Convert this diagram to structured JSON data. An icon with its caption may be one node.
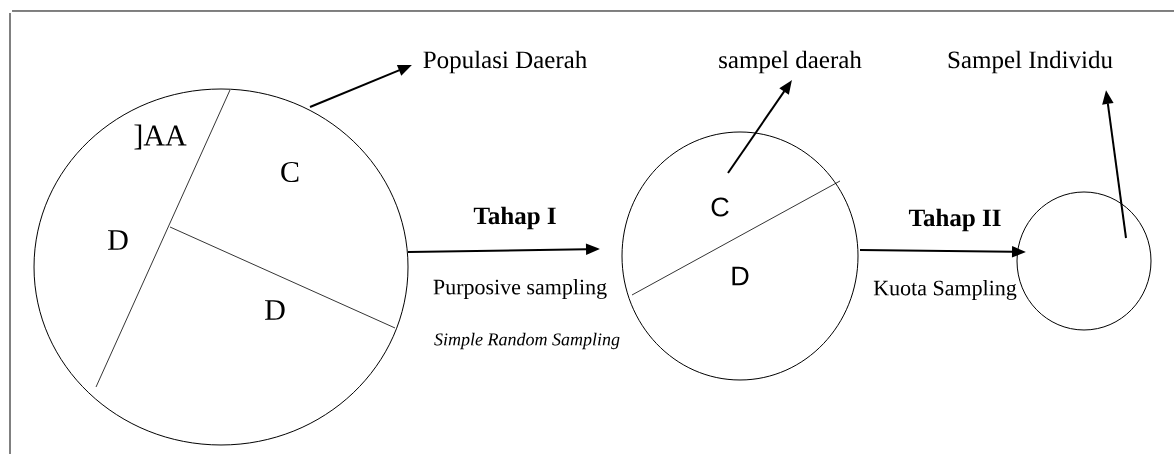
{
  "diagram": {
    "nodes": [
      {
        "text": [
          "]AA",
          "C",
          "D",
          "D"
        ]
      },
      {
        "text": [
          "Populasi Daerah"
        ]
      },
      {
        "text": [
          "C",
          "D"
        ]
      },
      {
        "text": [
          "sampel daerah"
        ]
      },
      {
        "text": [],
        "shape": "circle"
      },
      {
        "text": [
          "Sampel Individu"
        ]
      }
    ],
    "edges": [
      {
        "from": 0,
        "to": 1,
        "arrow": "to"
      },
      {
        "from": 0,
        "to": 2,
        "arrow": "to",
        "label": "Tahap I"
      },
      {
        "from": 2,
        "to": 3,
        "arrow": "to"
      },
      {
        "from": 2,
        "to": 4,
        "arrow": "to",
        "label": "Tahap II"
      },
      {
        "from": 4,
        "to": 5,
        "arrow": "to"
      }
    ],
    "labels": [
      "Purposive sampling",
      "Simple Random Sampling",
      "Kuota Sampling"
    ]
  }
}
